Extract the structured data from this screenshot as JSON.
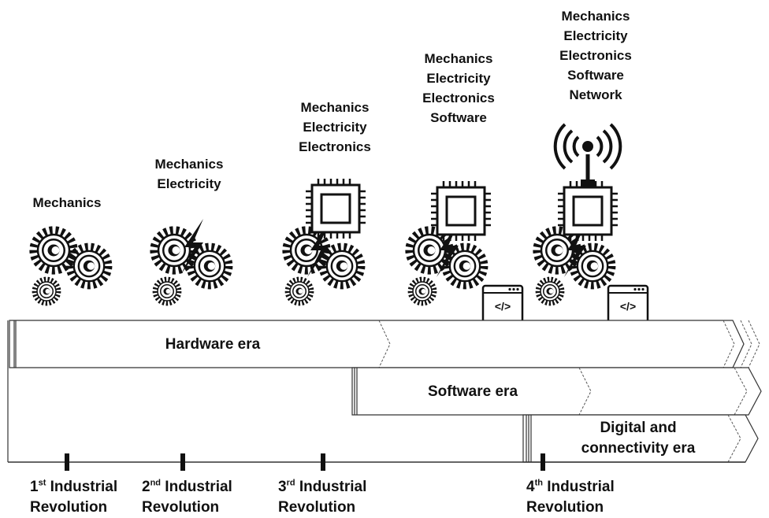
{
  "columns": [
    {
      "stack": [
        "Mechanics"
      ]
    },
    {
      "stack": [
        "Mechanics",
        "Electricity"
      ]
    },
    {
      "stack": [
        "Mechanics",
        "Electricity",
        "Electronics"
      ]
    },
    {
      "stack": [
        "Mechanics",
        "Electricity",
        "Electronics",
        "Software"
      ]
    },
    {
      "stack": [
        "Mechanics",
        "Electricity",
        "Electronics",
        "Software",
        "Network"
      ]
    }
  ],
  "eras": {
    "hardware": "Hardware era",
    "software": "Software era",
    "digital_line1": "Digital and",
    "digital_line2": "connectivity era"
  },
  "revolutions": [
    {
      "ord": "1",
      "sup": "st",
      "rest": " Industrial",
      "line2": "Revolution"
    },
    {
      "ord": "2",
      "sup": "nd",
      "rest": " Industrial",
      "line2": "Revolution"
    },
    {
      "ord": "3",
      "sup": "rd",
      "rest": " Industrial",
      "line2": "Revolution"
    },
    {
      "ord": "4",
      "sup": "th",
      "rest": " Industrial",
      "line2": "Revolution"
    }
  ],
  "code_icon_text": "</>",
  "icons": [
    "gears-icon",
    "lightning-icon",
    "chip-icon",
    "code-window-icon",
    "antenna-icon"
  ]
}
